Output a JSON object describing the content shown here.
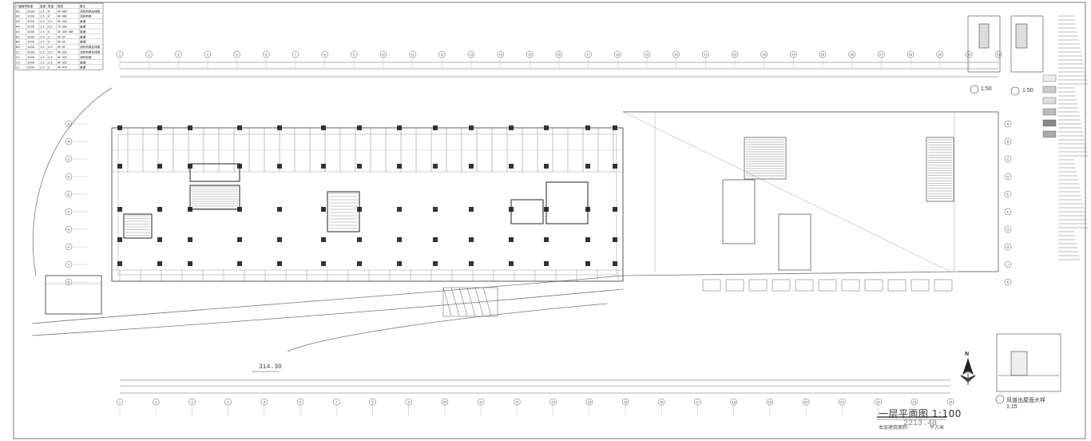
{
  "drawing": {
    "title": "一层平面图 1:100",
    "area_label": "本层建筑面积:",
    "area_value": "2213.40",
    "area_unit": "平方米",
    "elevation": "314.30",
    "north_label": "N",
    "detail_scale_1": "1:50",
    "detail_scale_2": "1:50",
    "detail_3_title": "风道出屋面大样",
    "detail_3_scale": "1:15"
  },
  "schedule": {
    "headers": [
      "门窗编号",
      "宽度",
      "高度",
      "数量",
      "楼层",
      "备注"
    ],
    "rows": [
      [
        "A1",
        "1000",
        "1.5",
        "4",
        "4F-46F",
        "消防电梯及排烟"
      ],
      [
        "A2",
        "1000",
        "1.5",
        "4",
        "4F-46F",
        "消防电梯"
      ],
      [
        "A3",
        "1000",
        "1.5",
        "2.5",
        "5F-30F",
        "普通"
      ],
      [
        "A4",
        "1000",
        "1.5",
        "2.5",
        "7F-30F",
        "普通"
      ],
      [
        "A5",
        "1000",
        "1.5",
        "4",
        "3F-30F-46F",
        "普通"
      ],
      [
        "B1",
        "1000",
        "1.5",
        "2",
        "4F-3F",
        "普通"
      ],
      [
        "B2",
        "1000",
        "1.5",
        "2",
        "4F-3F",
        "普通"
      ],
      [
        "B3",
        "1000",
        "1.5",
        "2.5",
        "4F-9F",
        "消防电梯及排烟"
      ],
      [
        "C1",
        "1000",
        "1.5",
        "2.5",
        "4F-32F",
        "消防电梯及排烟"
      ],
      [
        "C2",
        "1000",
        "1.5",
        "2.5",
        "4F-32F",
        "消防电梯"
      ],
      [
        "C3",
        "1000",
        "1.5",
        "2.5",
        "4F-32F",
        "普通"
      ],
      [
        "L1",
        "1000",
        "1.5",
        "2",
        "4F-47F",
        "普通"
      ]
    ]
  },
  "axes": {
    "top": [
      "1",
      "2",
      "3",
      "4",
      "5",
      "6",
      "7",
      "8",
      "9",
      "10",
      "11",
      "12",
      "13",
      "14",
      "15",
      "16",
      "17",
      "18",
      "19",
      "20",
      "21",
      "22",
      "23",
      "24",
      "25",
      "26",
      "27",
      "28",
      "29",
      "30",
      "31"
    ],
    "left": [
      "A",
      "B",
      "C",
      "D",
      "E",
      "F",
      "G",
      "H",
      "J",
      "K"
    ]
  }
}
